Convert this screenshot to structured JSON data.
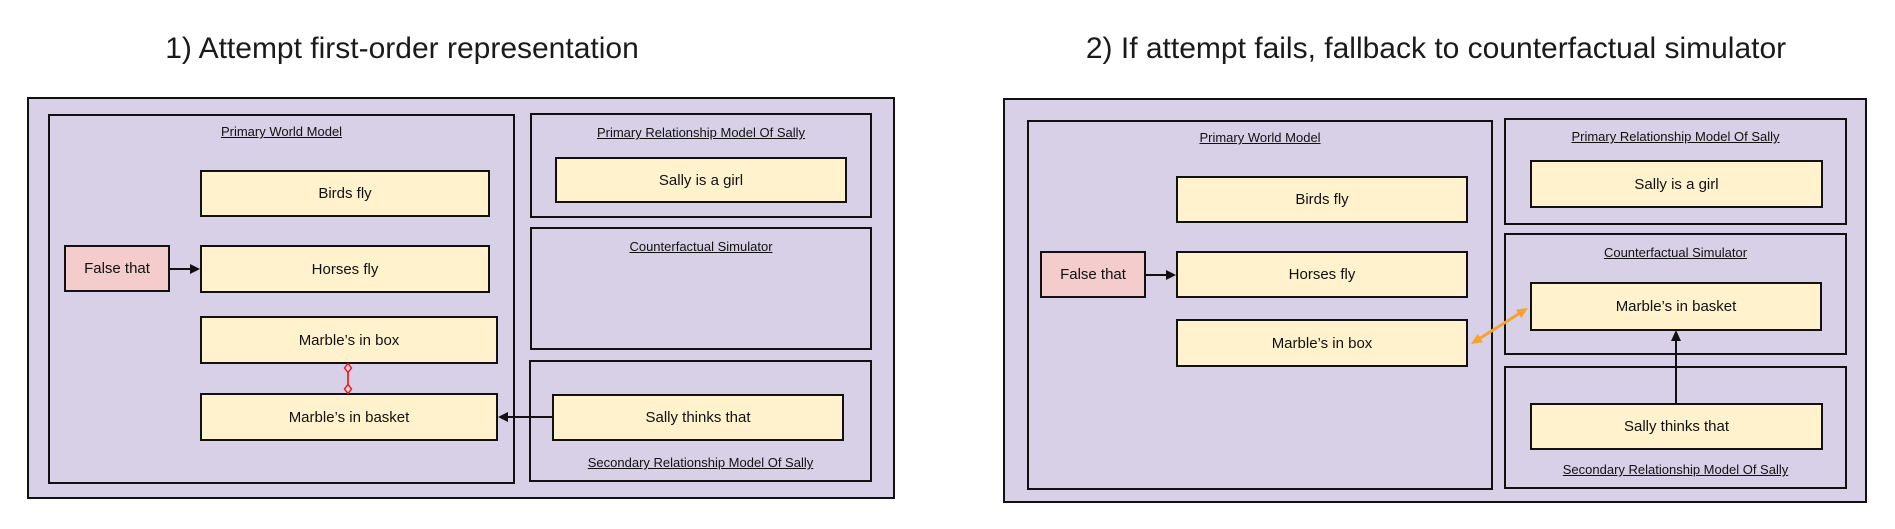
{
  "colors": {
    "background": "#FFFFFF",
    "panel_fill": "#D7D0E7",
    "statement_fill": "#FFF2CC",
    "negation_fill": "#F4CCCC",
    "border": "#111111",
    "conflict_arrow_red": "#F01010",
    "fallback_arrow_orange": "#F6A231"
  },
  "panels": [
    {
      "title": "1) Attempt first-order representation",
      "primary_world_model": {
        "title": "Primary World Model",
        "statements": [
          "Birds fly",
          "Horses fly",
          "Marble’s in box",
          "Marble’s in basket"
        ],
        "negation_label": "False that"
      },
      "primary_relationship_model": {
        "title": "Primary Relationship Model Of Sally",
        "statement": "Sally is a girl"
      },
      "counterfactual_simulator": {
        "title": "Counterfactual Simulator"
      },
      "secondary_relationship_model": {
        "title": "Secondary Relationship Model Of Sally",
        "statement": "Sally thinks that"
      }
    },
    {
      "title": "2) If attempt fails, fallback to counterfactual simulator",
      "primary_world_model": {
        "title": "Primary World Model",
        "statements": [
          "Birds fly",
          "Horses fly",
          "Marble’s in box"
        ],
        "negation_label": "False that"
      },
      "primary_relationship_model": {
        "title": "Primary Relationship Model Of Sally",
        "statement": "Sally is a girl"
      },
      "counterfactual_simulator": {
        "title": "Counterfactual Simulator",
        "statement": "Marble’s in basket"
      },
      "secondary_relationship_model": {
        "title": "Secondary Relationship Model Of Sally",
        "statement": "Sally thinks that"
      }
    }
  ]
}
